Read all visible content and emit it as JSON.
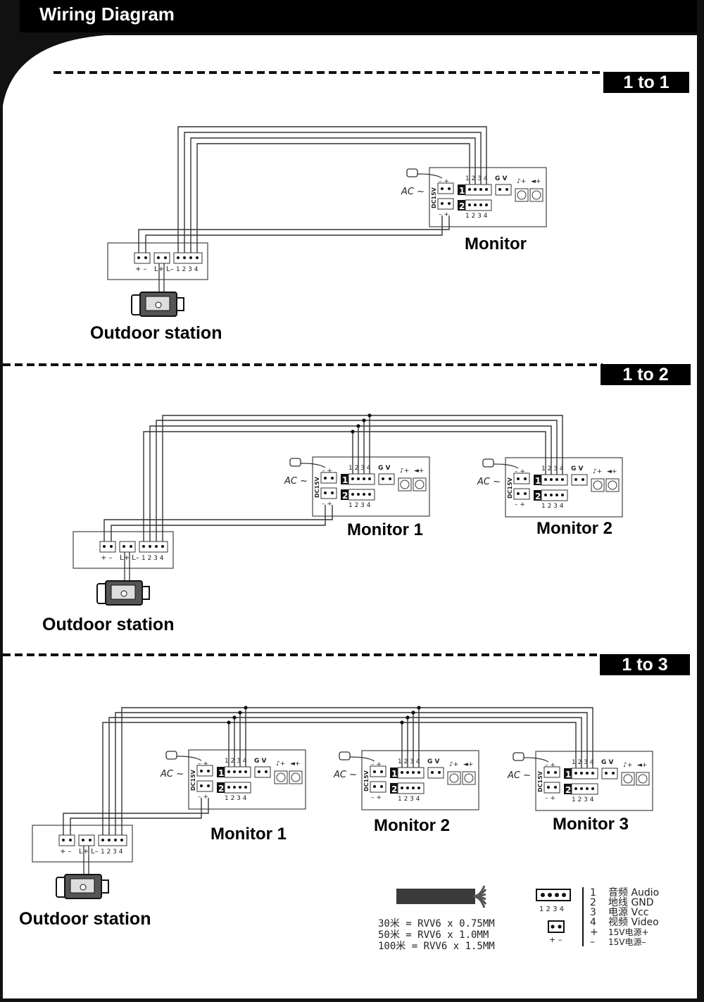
{
  "title": "Wiring Diagram",
  "sections": [
    {
      "tag": "1 to 1",
      "monitors": [
        "Monitor"
      ],
      "outdoor": "Outdoor station"
    },
    {
      "tag": "1 to 2",
      "monitors": [
        "Monitor 1",
        "Monitor 2"
      ],
      "outdoor": "Outdoor station"
    },
    {
      "tag": "1 to 3",
      "monitors": [
        "Monitor 1",
        "Monitor 2",
        "Monitor 3"
      ],
      "outdoor": "Outdoor station"
    }
  ],
  "device_labels": {
    "ac": "AC ~",
    "dc": "DC15V",
    "pins": "1 2 3 4",
    "pm_top": "–  +",
    "pm_bot": "–  +",
    "gv": "G V",
    "port1": "1",
    "port2": "2",
    "outdoor_pm": "+ –",
    "outdoor_lock": "L+ L–",
    "outdoor_pins": "1 2 3 4"
  },
  "cable": {
    "rows": [
      "30米  =  RVV6 x 0.75MM",
      "50米  =  RVV6 x 1.0MM",
      "100米  =  RVV6 x 1.5MM"
    ]
  },
  "legend": {
    "connector_pins": "1 2 3 4",
    "power_pins": "+ –",
    "items": [
      {
        "key": "1",
        "text": "音频 Audio"
      },
      {
        "key": "2",
        "text": "地线 GND"
      },
      {
        "key": "3",
        "text": "电源 Vcc"
      },
      {
        "key": "4",
        "text": "视频 Video"
      },
      {
        "key": "+",
        "text": "15V电源+"
      },
      {
        "key": "–",
        "text": "15V电源–"
      }
    ]
  },
  "colors": {
    "frame": "#111111",
    "wire": "#333333",
    "device_border": "#444444"
  }
}
